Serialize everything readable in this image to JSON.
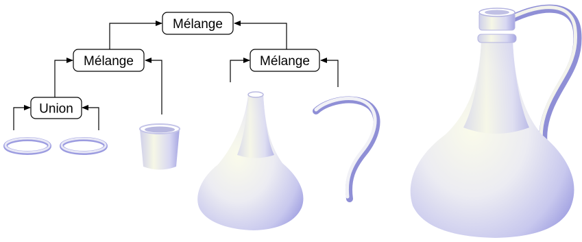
{
  "tree": {
    "root": {
      "label": "Mélange"
    },
    "left": {
      "label": "Mélange"
    },
    "right": {
      "label": "Mélange"
    },
    "union": {
      "label": "Union"
    }
  },
  "primitives": [
    "ring",
    "ring",
    "cup",
    "vase-body",
    "curved-handle"
  ],
  "result": "jug",
  "colors": {
    "shape_light": "#f6f7e4",
    "shape_mid": "#dcdcf0",
    "shape_dark": "#9c9ce0",
    "edge": "#000000"
  }
}
